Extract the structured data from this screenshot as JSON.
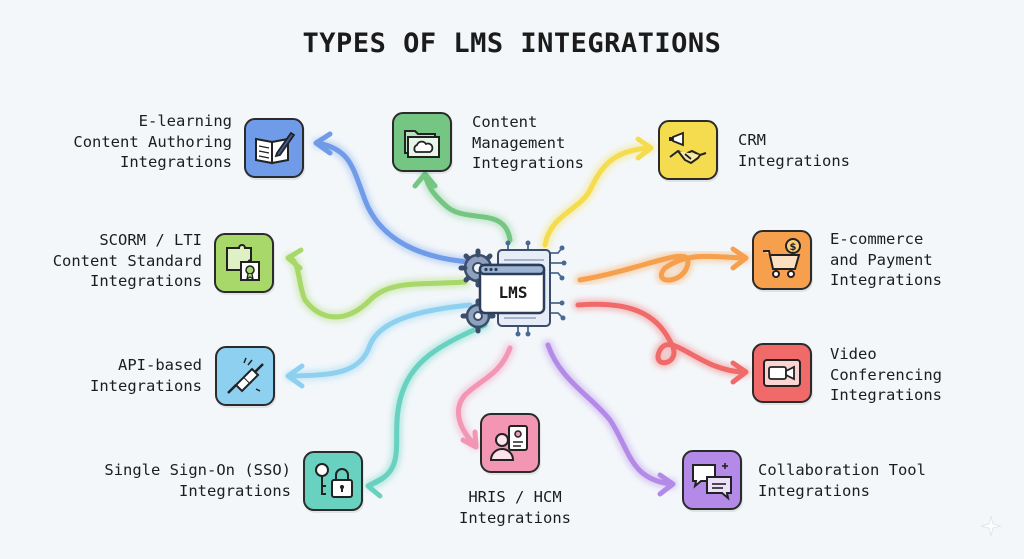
{
  "title": "TYPES OF LMS INTEGRATIONS",
  "hub": {
    "label": "LMS"
  },
  "categories": [
    {
      "id": "elearning",
      "label": "E-learning\nContent Authoring\nIntegrations",
      "icon": "book-pen-icon",
      "color": "#6f9be8"
    },
    {
      "id": "cms",
      "label": "Content\nManagement\nIntegrations",
      "icon": "folder-cloud-icon",
      "color": "#74c682"
    },
    {
      "id": "crm",
      "label": "CRM\nIntegrations",
      "icon": "megaphone-handshake-icon",
      "color": "#f5dc4f"
    },
    {
      "id": "scorm",
      "label": "SCORM / LTI\nContent Standard\nIntegrations",
      "icon": "puzzle-certificate-icon",
      "color": "#a8d86a"
    },
    {
      "id": "ecommerce",
      "label": "E-commerce\nand Payment\nIntegrations",
      "icon": "cart-coin-icon",
      "color": "#f6a04e"
    },
    {
      "id": "api",
      "label": "API-based\nIntegrations",
      "icon": "plug-icon",
      "color": "#8ed0f0"
    },
    {
      "id": "video",
      "label": "Video\nConferencing\nIntegrations",
      "icon": "video-camera-icon",
      "color": "#f06a6a"
    },
    {
      "id": "sso",
      "label": "Single Sign-On (SSO)\nIntegrations",
      "icon": "key-lock-icon",
      "color": "#68d1bf"
    },
    {
      "id": "hris",
      "label": "HRIS / HCM\nIntegrations",
      "icon": "person-clipboard-icon",
      "color": "#f296b4"
    },
    {
      "id": "collab",
      "label": "Collaboration Tool\nIntegrations",
      "icon": "chat-bubbles-icon",
      "color": "#b48ae8"
    }
  ]
}
